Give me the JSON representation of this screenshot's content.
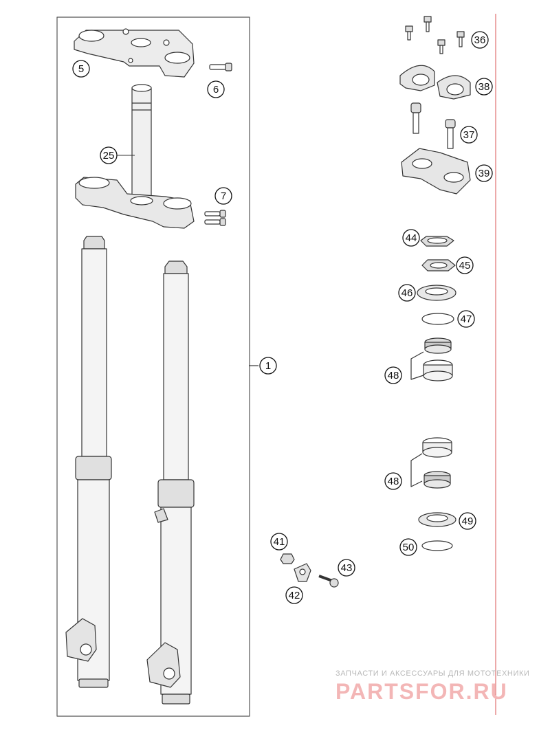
{
  "diagram": {
    "callouts": [
      {
        "id": "c5",
        "label": "5"
      },
      {
        "id": "c6",
        "label": "6"
      },
      {
        "id": "c25",
        "label": "25"
      },
      {
        "id": "c7",
        "label": "7"
      },
      {
        "id": "c1",
        "label": "1"
      },
      {
        "id": "c36",
        "label": "36"
      },
      {
        "id": "c38",
        "label": "38"
      },
      {
        "id": "c37",
        "label": "37"
      },
      {
        "id": "c39",
        "label": "39"
      },
      {
        "id": "c44",
        "label": "44"
      },
      {
        "id": "c45",
        "label": "45"
      },
      {
        "id": "c46",
        "label": "46"
      },
      {
        "id": "c47",
        "label": "47"
      },
      {
        "id": "c48a",
        "label": "48"
      },
      {
        "id": "c48b",
        "label": "48"
      },
      {
        "id": "c49",
        "label": "49"
      },
      {
        "id": "c50",
        "label": "50"
      },
      {
        "id": "c41",
        "label": "41"
      },
      {
        "id": "c42",
        "label": "42"
      },
      {
        "id": "c43",
        "label": "43"
      }
    ]
  },
  "watermark": {
    "subtitle": "ЗАПЧАСТИ И АКСЕССУАРЫ ДЛЯ МОТОТЕХНИКИ",
    "logo": "PARTSFOR.RU",
    "accent_color": "#e07070"
  }
}
